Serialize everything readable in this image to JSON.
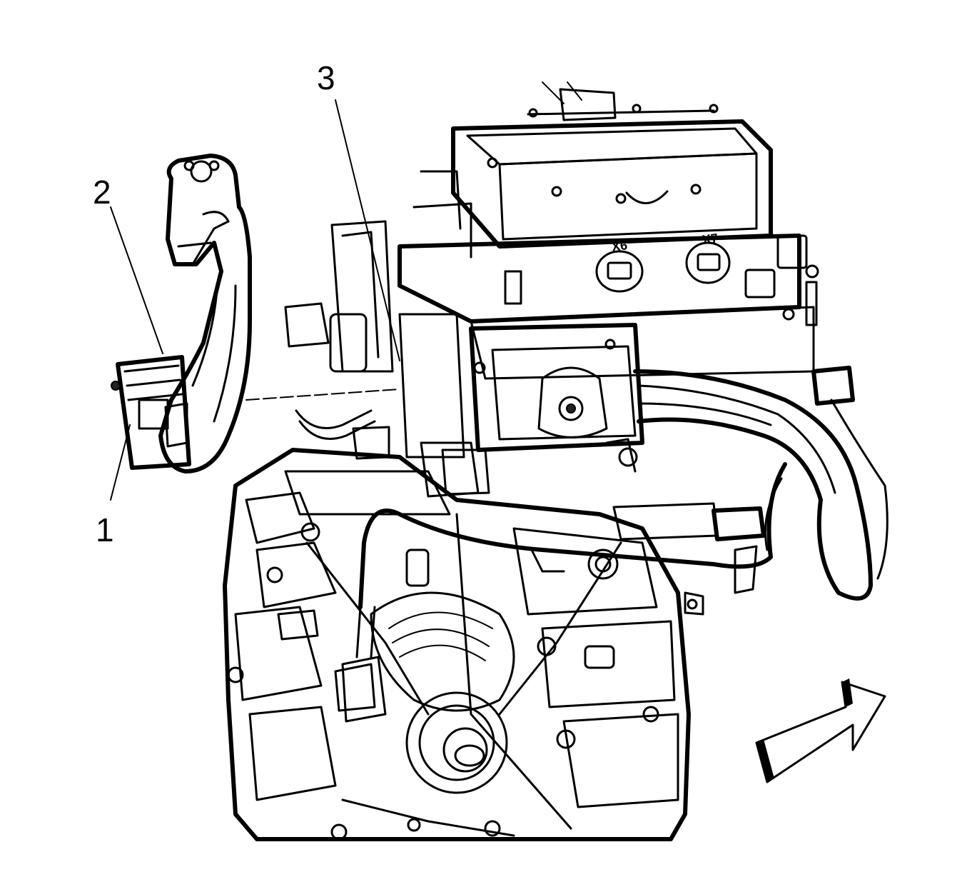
{
  "callouts": {
    "one": "1",
    "two": "2",
    "three": "3"
  },
  "connector_labels": {
    "x6": "X6",
    "x7": "X7"
  },
  "icons": {
    "direction_arrow": "front-direction-arrow-icon"
  }
}
